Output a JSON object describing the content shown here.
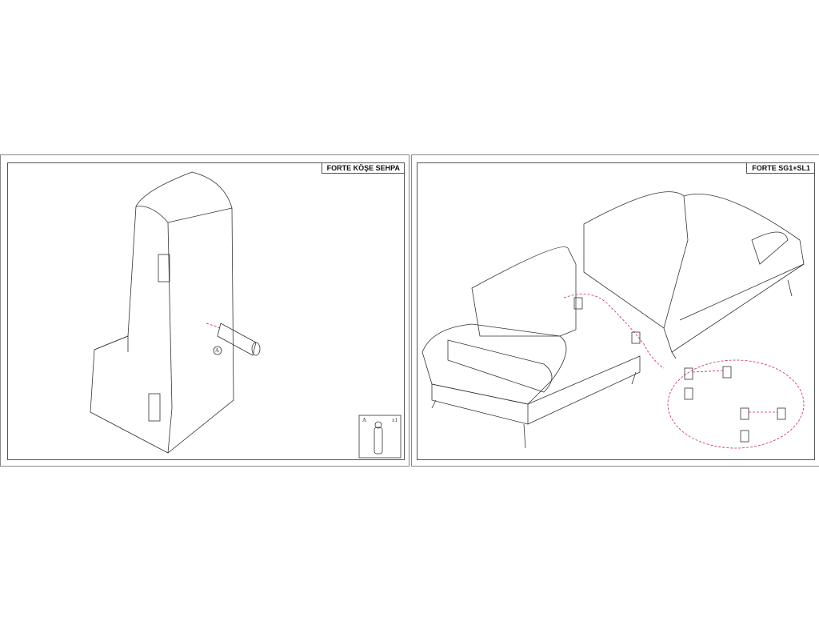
{
  "panels": [
    {
      "title": "FORTE KÖŞE SEHPA",
      "part_callout": "A",
      "part_label": "A",
      "part_quantity": "x1"
    },
    {
      "title": "FORTE SG1+SL1"
    }
  ],
  "colors": {
    "line": "#333333",
    "annotation": "#c0304a",
    "frame": "#888888"
  }
}
